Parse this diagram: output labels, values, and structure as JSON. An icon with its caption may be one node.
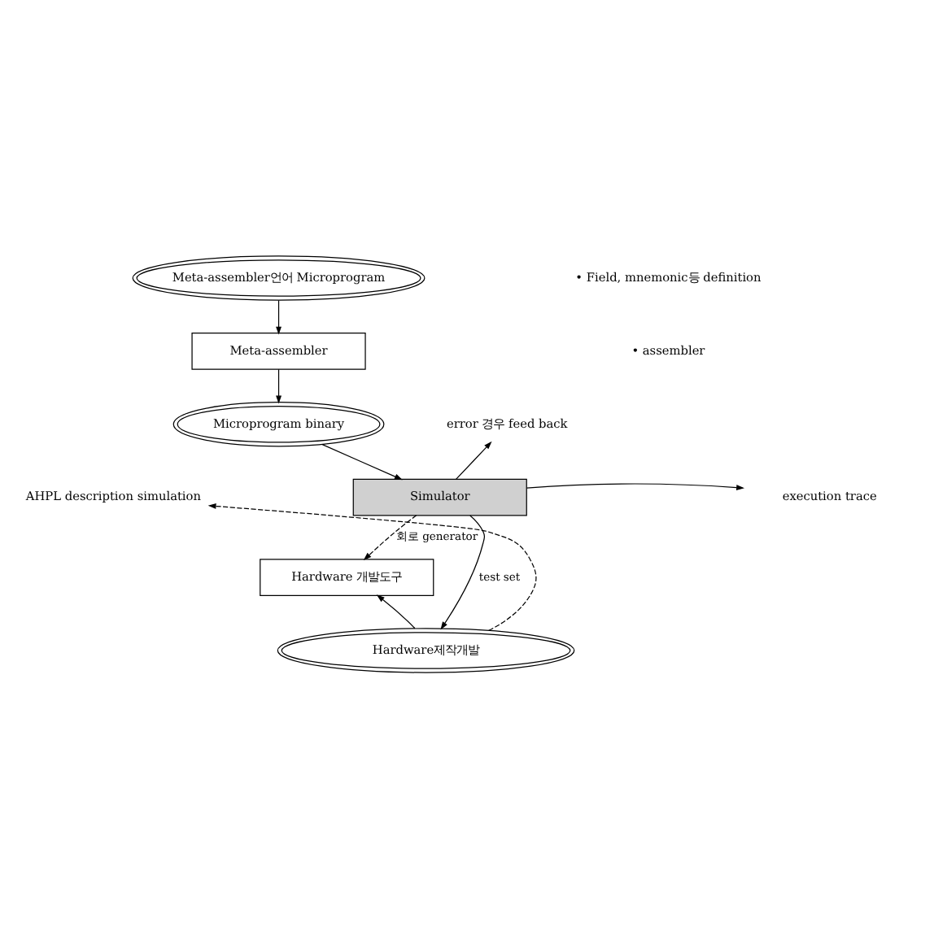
{
  "diagram": {
    "nodes": [
      {
        "text": [
          "Meta-assembler언어 Microprogram"
        ]
      },
      {
        "text": [
          "Meta-assembler"
        ]
      },
      {
        "text": [
          "Microprogram binary"
        ]
      },
      {
        "text": [
          "Simulator"
        ]
      },
      {
        "text": [
          "Hardware 개발도구"
        ]
      },
      {
        "text": [
          "Hardware제작개발"
        ]
      },
      {
        "text": [
          "error 경우 feed back"
        ]
      },
      {
        "text": [
          "execution trace"
        ]
      },
      {
        "text": [
          "AHPL description simulation"
        ]
      }
    ],
    "edges": [
      {
        "from": 0,
        "to": 1,
        "arrow": "to"
      },
      {
        "from": 1,
        "to": 2,
        "arrow": "to"
      },
      {
        "from": 2,
        "to": 3,
        "arrow": "to"
      },
      {
        "from": 3,
        "to": 4,
        "arrow": "to",
        "style": "dashed",
        "label": "회로 generator"
      },
      {
        "from": 3,
        "to": 5,
        "arrow": "to",
        "label": "test set"
      },
      {
        "from": 5,
        "to": 4,
        "arrow": "to"
      },
      {
        "from": 3,
        "to": 6,
        "arrow": "to"
      },
      {
        "from": 3,
        "to": 7,
        "arrow": "to"
      },
      {
        "from": 5,
        "to": 8,
        "arrow": "to",
        "style": "dashed"
      }
    ],
    "labels": [
      "• Field, mnemonic등 definition",
      "• assembler"
    ]
  }
}
